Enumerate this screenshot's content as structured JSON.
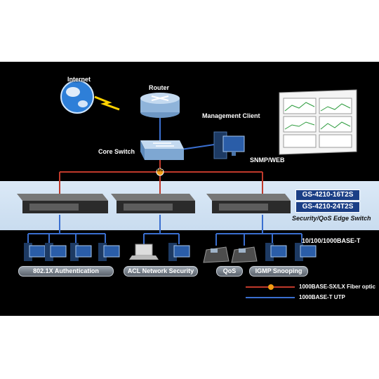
{
  "labels": {
    "internet": "Internet",
    "router": "Router",
    "core_switch": "Core Switch",
    "management_client": "Management Client",
    "snmp": "SNMP/WEB",
    "fiber_mark": "10G",
    "tagline": "Security/QoS Edge Switch",
    "access_link": "10/100/1000BASE-T"
  },
  "models": [
    "GS-4210-16T2S",
    "GS-4210-24T2S"
  ],
  "features": [
    "802.1X Authentication",
    "ACL Network Security",
    "QoS",
    "IGMP Snooping"
  ],
  "legend": {
    "fiber": "1000BASE-SX/LX Fiber optic",
    "utp": "1000BASE-T UTP"
  },
  "colors": {
    "fiber": "#c0392b",
    "utp": "#3a6fd0",
    "band": "#d3e4f4",
    "model_badge": "#1b3f86"
  },
  "icons": [
    "globe-icon",
    "router-icon",
    "switch-icon",
    "desktop-icon",
    "laptop-icon",
    "ip-phone-icon",
    "edge-switch-icon",
    "monitor-screenshot-icon"
  ]
}
